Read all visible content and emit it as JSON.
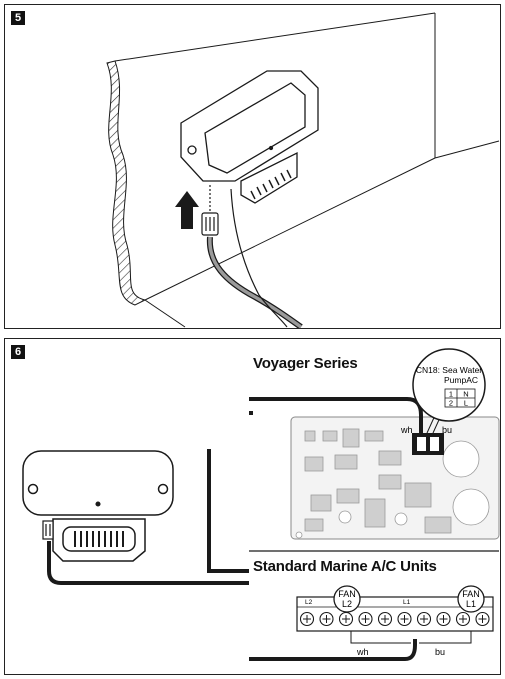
{
  "steps": {
    "step5": "5",
    "step6": "6"
  },
  "voyager": {
    "title": "Voyager Series",
    "callout_line1": "CN18: Sea Water",
    "callout_line2": "PumpAC",
    "table": [
      [
        "1",
        "N"
      ],
      [
        "2",
        "L"
      ]
    ],
    "wire_wh": "wh",
    "wire_bu": "bu"
  },
  "standard": {
    "title": "Standard Marine A/C Units",
    "fan": "FAN",
    "fan_left_pin": "L2",
    "fan_right_pin": "L1",
    "terminal_label_l2": "L2",
    "terminal_label_l1": "L1",
    "wire_wh": "wh",
    "wire_bu": "bu"
  },
  "colors": {
    "line": "#1a1a1a",
    "panel_border": "#222222",
    "board_gray": "#bdbdbd",
    "wire_gray": "#9a9a9a"
  }
}
